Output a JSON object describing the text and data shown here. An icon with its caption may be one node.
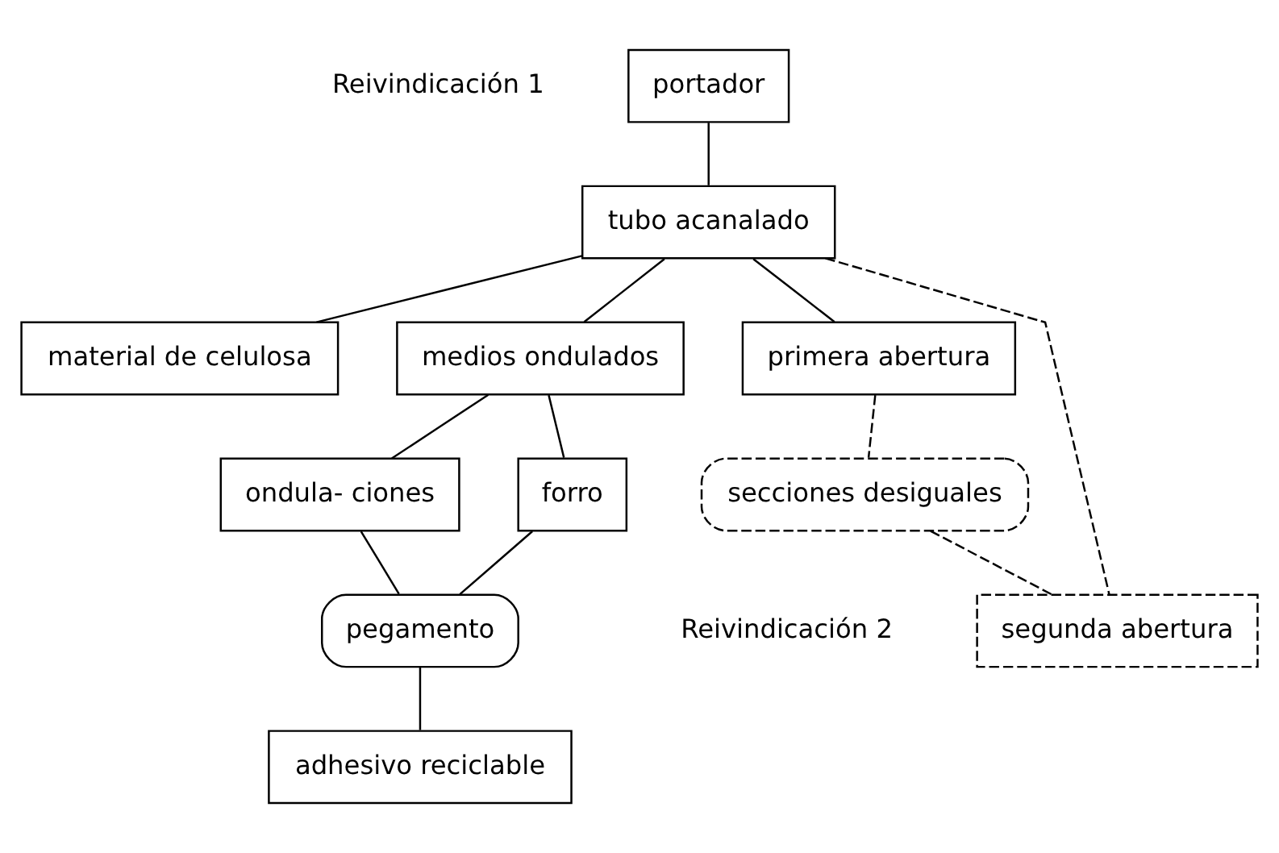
{
  "diagram": {
    "nodes": [
      {
        "text": [
          "portador"
        ]
      },
      {
        "text": [
          "tubo acanalado"
        ]
      },
      {
        "text": [
          "material de celulosa"
        ]
      },
      {
        "text": [
          "primera abertura"
        ]
      },
      {
        "text": [
          "medios ondulados"
        ]
      },
      {
        "text": [
          "secciones desiguales"
        ]
      },
      {
        "text": [
          "ondula- ciones"
        ]
      },
      {
        "text": [
          "forro"
        ]
      },
      {
        "text": [
          "pegamento"
        ]
      },
      {
        "text": [
          "segunda abertura"
        ]
      },
      {
        "text": [
          "adhesivo reciclable"
        ]
      }
    ],
    "edges": [
      {
        "from": 0,
        "to": 1,
        "arrow": "none"
      },
      {
        "from": 1,
        "to": 2,
        "arrow": "none"
      },
      {
        "from": 1,
        "to": 3,
        "arrow": "none"
      },
      {
        "from": 1,
        "to": 9,
        "arrow": "none",
        "style": "dashed"
      },
      {
        "from": 1,
        "to": 4,
        "arrow": "none"
      },
      {
        "from": 3,
        "to": 5,
        "arrow": "none",
        "style": "dashed"
      },
      {
        "from": 5,
        "to": 9,
        "arrow": "none",
        "style": "dashed"
      },
      {
        "from": 4,
        "to": 6,
        "arrow": "none"
      },
      {
        "from": 4,
        "to": 7,
        "arrow": "none"
      },
      {
        "from": 6,
        "to": 8,
        "arrow": "none"
      },
      {
        "from": 7,
        "to": 8,
        "arrow": "none"
      },
      {
        "from": 8,
        "to": 10,
        "arrow": "none"
      }
    ],
    "labels": [
      "Reivindicación 1",
      "Reivindicación 2"
    ]
  }
}
